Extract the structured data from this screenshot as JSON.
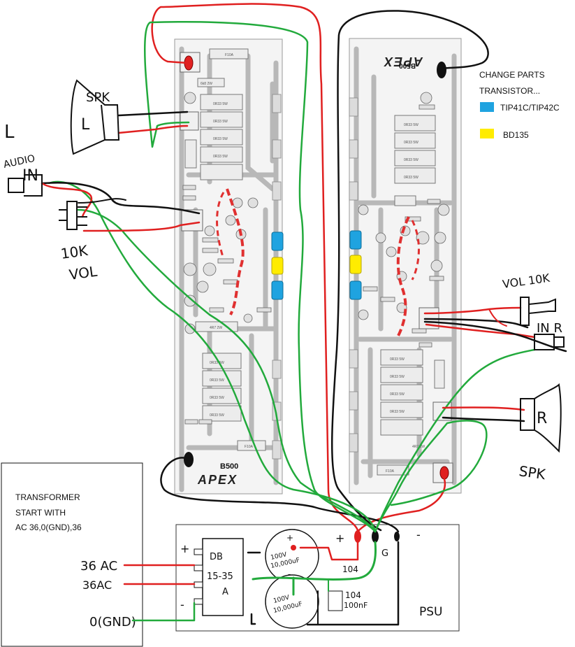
{
  "legend": {
    "title_line1": "CHANGE PARTS",
    "title_line2": "TRANSISTOR...",
    "blue_label": "TIP41C/TIP42C",
    "yellow_label": "BD135",
    "blue_color": "#1fa3e0",
    "yellow_color": "#ffec00"
  },
  "transformer_note": {
    "line1": "TRANSFORMER",
    "line2": "START WITH",
    "line3": "AC 36,0(GND),36"
  },
  "left_board": {
    "brand": "APEX",
    "model": "B500",
    "fuse": "F10A",
    "res_5w": "0R33 5W",
    "res_2w": "4R7 2W",
    "res_3w": "6k8 2W"
  },
  "right_board": {
    "brand": "APEX",
    "model": "B500",
    "fuse": "F10A",
    "res_5w": "0R33 5W",
    "res_2w": "4R7 2W"
  },
  "handwritten": {
    "left_channel": "L",
    "audio": "AUDIO",
    "in": "IN",
    "speaker_left": "SPK",
    "speaker_left_box": "L",
    "vol_left_1": "10K",
    "vol_left_2": "VOL",
    "vol_right": "VOL 10K",
    "in_right": "IN R",
    "speaker_right_box": "R",
    "speaker_right": "SPK",
    "psu": "PSU",
    "ac1": "36 AC",
    "ac2": "36AC",
    "gnd": "0(GND)",
    "db1": "DB",
    "db2": "15-35",
    "db3": "A",
    "cap1_a": "100V",
    "cap1_b": "10,000uF",
    "cap2_a": "100V",
    "cap2_b": "10,000uF",
    "cap_small_a": "104",
    "cap_small_b": "100nF",
    "cap_tiny": "104",
    "plus1": "+",
    "plus2": "+",
    "plus3": "+",
    "minus1": "-",
    "minus2": "-",
    "minus3": "-",
    "gnd_short": "G"
  }
}
